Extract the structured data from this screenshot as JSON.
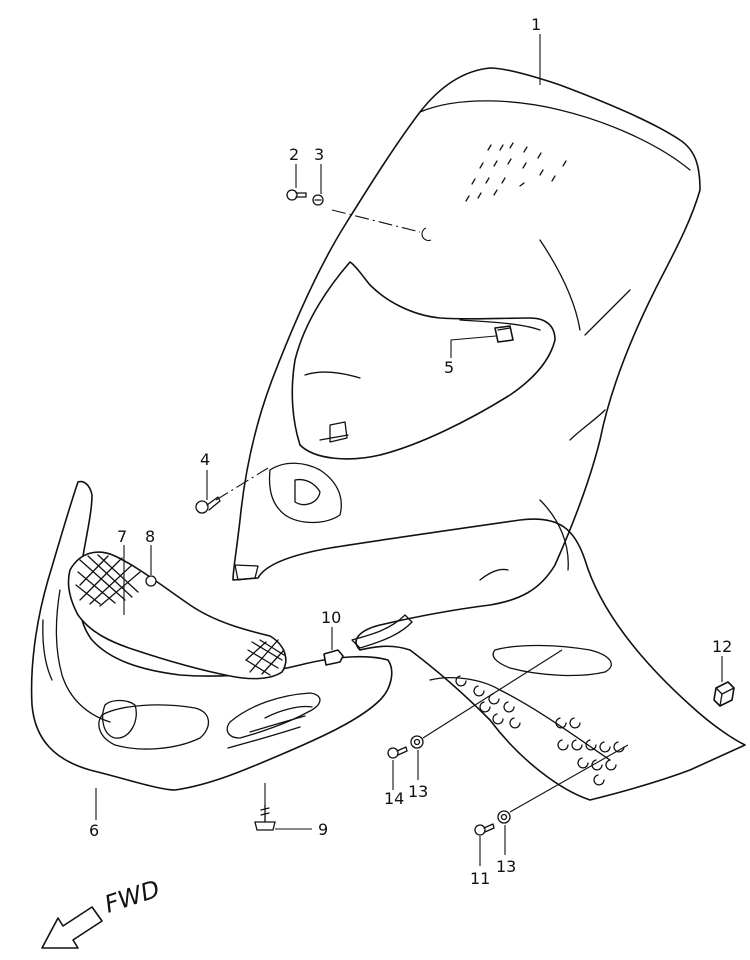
{
  "callouts": [
    "1",
    "2",
    "3",
    "4",
    "5",
    "6",
    "7",
    "8",
    "9",
    "10",
    "11",
    "12",
    "13",
    "13",
    "14"
  ],
  "direction_label": "FWD",
  "ink_color": "#111111",
  "paper_color": "#ffffff"
}
